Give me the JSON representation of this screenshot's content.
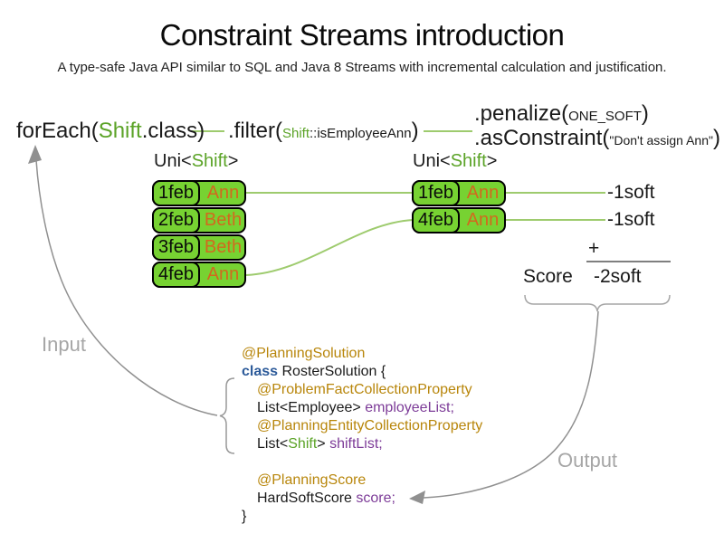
{
  "title": "Constraint Streams introduction",
  "subtitle": "A type-safe Java API similar to SQL and Java 8 Streams with incremental calculation and justification.",
  "flow": {
    "forEach": {
      "pre": "forEach(",
      "type": "Shift",
      "post": ".class)"
    },
    "filter": {
      "pre": ".filter(",
      "type": "Shift",
      "method": "::isEmployeeAnn",
      "post": ")"
    },
    "penalize": {
      "pre": ".penalize(",
      "arg": "ONE_SOFT",
      "post": ")"
    },
    "asConstraint": {
      "pre": ".asConstraint(",
      "arg": "\"Don't assign Ann\"",
      "post": ")"
    }
  },
  "streams": {
    "input_label": {
      "pre": "Uni<",
      "type": "Shift",
      "post": ">"
    },
    "output_label": {
      "pre": "Uni<",
      "type": "Shift",
      "post": ">"
    },
    "input_rows": [
      {
        "date": "1feb",
        "name": "Ann"
      },
      {
        "date": "2feb",
        "name": "Beth"
      },
      {
        "date": "3feb",
        "name": "Beth"
      },
      {
        "date": "4feb",
        "name": "Ann"
      }
    ],
    "output_rows": [
      {
        "date": "1feb",
        "name": "Ann"
      },
      {
        "date": "4feb",
        "name": "Ann"
      }
    ]
  },
  "score": {
    "penalties": [
      "-1soft",
      "-1soft"
    ],
    "plus": "+",
    "label": "Score",
    "total": "-2soft"
  },
  "annotations": {
    "input": "Input",
    "output": "Output"
  },
  "code": {
    "planning_solution": "@PlanningSolution",
    "class_keyword": "class",
    "class_rest": " RosterSolution {",
    "problem_fact_annotation": "@ProblemFactCollectionProperty",
    "employee_list_type": "List<Employee> ",
    "employee_list_var": "employeeList;",
    "planning_entity_annotation": "@PlanningEntityCollectionProperty",
    "shift_list_pre": "List<",
    "shift_list_type": "Shift",
    "shift_list_mid": "> ",
    "shift_list_var": "shiftList;",
    "planning_score_annotation": "@PlanningScore",
    "score_type": "HardSoftScore ",
    "score_var": "score;",
    "closing_brace": "}"
  },
  "colors": {
    "box_green": "#77D232",
    "text_green": "#5BA327",
    "connector_green": "#9ECB6E",
    "employee_orange": "#D2691E",
    "annotation_brown": "#B8860B",
    "keyword_blue": "#2D5B9A",
    "field_purple": "#7D3C98",
    "arrow_gray": "#909090",
    "label_gray": "#A6A6A6"
  }
}
